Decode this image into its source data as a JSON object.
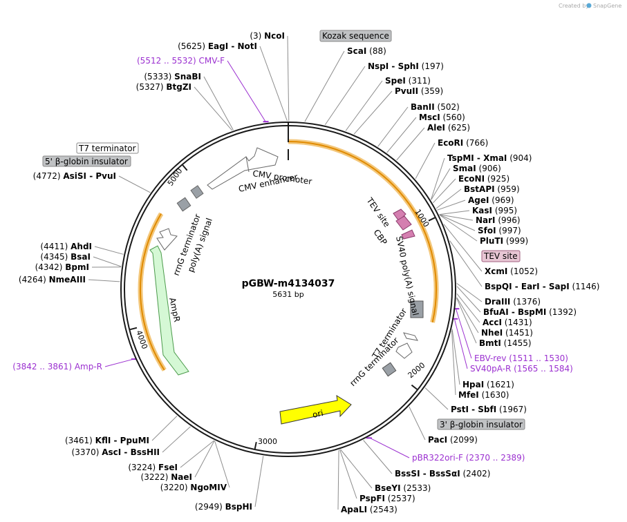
{
  "credit": {
    "text": "Created by",
    "brand": "SnapGene"
  },
  "plasmid": {
    "name": "pGBW-m4134037",
    "length": "5631 bp"
  },
  "map": {
    "ticks": [
      "1000",
      "2000",
      "3000",
      "4000",
      "5000"
    ],
    "features": [
      "CMV promoter",
      "CMV enhancer",
      "rrnG terminator",
      "poly(A) signal",
      "AmpR",
      "TEV site",
      "CBP",
      "SV40 poly(A) signal",
      "T7 terminator",
      "rrnG terminator",
      "ori"
    ],
    "boxes": [
      "Kozak sequence",
      "T7 terminator",
      "5' β-globin insulator",
      "TEV site",
      "3' β-globin insulator"
    ]
  },
  "sites": [
    {
      "pos": "(3)",
      "name": "NcoI",
      "side": "L",
      "color": "#000000"
    },
    {
      "pos": "(5625)",
      "name": "EagI  -  NotI",
      "side": "L",
      "color": "#000000"
    },
    {
      "pos": "(5512 .. 5532)",
      "name": "CMV-F",
      "side": "L",
      "color": "#9b30d0"
    },
    {
      "pos": "(5333)",
      "name": "SnaBI",
      "side": "L",
      "color": "#000000"
    },
    {
      "pos": "(5327)",
      "name": "BtgZI",
      "side": "L",
      "color": "#000000"
    },
    {
      "pos": "(4772)",
      "name": "AsiSI  -  PvuI",
      "side": "L",
      "color": "#000000"
    },
    {
      "pos": "(4411)",
      "name": "AhdI",
      "side": "L",
      "color": "#000000"
    },
    {
      "pos": "(4345)",
      "name": "BsaI",
      "side": "L",
      "color": "#000000"
    },
    {
      "pos": "(4342)",
      "name": "BpmI",
      "side": "L",
      "color": "#000000"
    },
    {
      "pos": "(4264)",
      "name": "NmeAIII",
      "side": "L",
      "color": "#000000"
    },
    {
      "pos": "(3842 .. 3861)",
      "name": "Amp-R",
      "side": "L",
      "color": "#9b30d0"
    },
    {
      "pos": "(3461)",
      "name": "KflI  -  PpuMI",
      "side": "L",
      "color": "#000000"
    },
    {
      "pos": "(3370)",
      "name": "AscI  -  BssHII",
      "side": "L",
      "color": "#000000"
    },
    {
      "pos": "(3224)",
      "name": "FseI",
      "side": "L",
      "color": "#000000"
    },
    {
      "pos": "(3222)",
      "name": "NaeI",
      "side": "L",
      "color": "#000000"
    },
    {
      "pos": "(3220)",
      "name": "NgoMIV",
      "side": "L",
      "color": "#000000"
    },
    {
      "pos": "(2949)",
      "name": "BspHI",
      "side": "L",
      "color": "#000000"
    },
    {
      "pos": "(88)",
      "name": "ScaI",
      "side": "R",
      "color": "#000000"
    },
    {
      "pos": "(197)",
      "name": "NspI  -  SphI",
      "side": "R",
      "color": "#000000"
    },
    {
      "pos": "(311)",
      "name": "SpeI",
      "side": "R",
      "color": "#000000"
    },
    {
      "pos": "(359)",
      "name": "PvuII",
      "side": "R",
      "color": "#000000"
    },
    {
      "pos": "(502)",
      "name": "BanII",
      "side": "R",
      "color": "#000000"
    },
    {
      "pos": "(560)",
      "name": "MscI",
      "side": "R",
      "color": "#000000"
    },
    {
      "pos": "(625)",
      "name": "AleI",
      "side": "R",
      "color": "#000000"
    },
    {
      "pos": "(766)",
      "name": "EcoRI",
      "side": "R",
      "color": "#000000"
    },
    {
      "pos": "(904)",
      "name": "TspMI  -  XmaI",
      "side": "R",
      "color": "#000000"
    },
    {
      "pos": "(906)",
      "name": "SmaI",
      "side": "R",
      "color": "#000000"
    },
    {
      "pos": "(925)",
      "name": "EcoNI",
      "side": "R",
      "color": "#000000"
    },
    {
      "pos": "(959)",
      "name": "BstAPI",
      "side": "R",
      "color": "#000000"
    },
    {
      "pos": "(969)",
      "name": "AgeI",
      "side": "R",
      "color": "#000000"
    },
    {
      "pos": "(995)",
      "name": "KasI",
      "side": "R",
      "color": "#000000"
    },
    {
      "pos": "(996)",
      "name": "NarI",
      "side": "R",
      "color": "#000000"
    },
    {
      "pos": "(997)",
      "name": "SfoI",
      "side": "R",
      "color": "#000000"
    },
    {
      "pos": "(999)",
      "name": "PluTI",
      "side": "R",
      "color": "#000000"
    },
    {
      "pos": "(1052)",
      "name": "XcmI",
      "side": "R",
      "color": "#000000"
    },
    {
      "pos": "(1146)",
      "name": "BspQI  -  EarI  -  SapI",
      "side": "R",
      "color": "#000000"
    },
    {
      "pos": "(1376)",
      "name": "DraIII",
      "side": "R",
      "color": "#000000"
    },
    {
      "pos": "(1392)",
      "name": "BfuAI  -  BspMI",
      "side": "R",
      "color": "#000000"
    },
    {
      "pos": "(1431)",
      "name": "AccI",
      "side": "R",
      "color": "#000000"
    },
    {
      "pos": "(1451)",
      "name": "NheI",
      "side": "R",
      "color": "#000000"
    },
    {
      "pos": "(1455)",
      "name": "BmtI",
      "side": "R",
      "color": "#000000"
    },
    {
      "pos": "(1511 .. 1530)",
      "name": "EBV-rev",
      "side": "R",
      "color": "#9b30d0"
    },
    {
      "pos": "(1565 .. 1584)",
      "name": "SV40pA-R",
      "side": "R",
      "color": "#9b30d0"
    },
    {
      "pos": "(1621)",
      "name": "HpaI",
      "side": "R",
      "color": "#000000"
    },
    {
      "pos": "(1630)",
      "name": "MfeI",
      "side": "R",
      "color": "#000000"
    },
    {
      "pos": "(1967)",
      "name": "PstI  -  SbfI",
      "side": "R",
      "color": "#000000"
    },
    {
      "pos": "(2099)",
      "name": "PacI",
      "side": "R",
      "color": "#000000"
    },
    {
      "pos": "(2370 .. 2389)",
      "name": "pBR322ori-F",
      "side": "R",
      "color": "#9b30d0"
    },
    {
      "pos": "(2402)",
      "name": "BssSI  -  BssSαI",
      "side": "R",
      "color": "#000000"
    },
    {
      "pos": "(2533)",
      "name": "BseYI",
      "side": "R",
      "color": "#000000"
    },
    {
      "pos": "(2537)",
      "name": "PspFI",
      "side": "R",
      "color": "#000000"
    },
    {
      "pos": "(2543)",
      "name": "ApaLI",
      "side": "R",
      "color": "#000000"
    }
  ]
}
